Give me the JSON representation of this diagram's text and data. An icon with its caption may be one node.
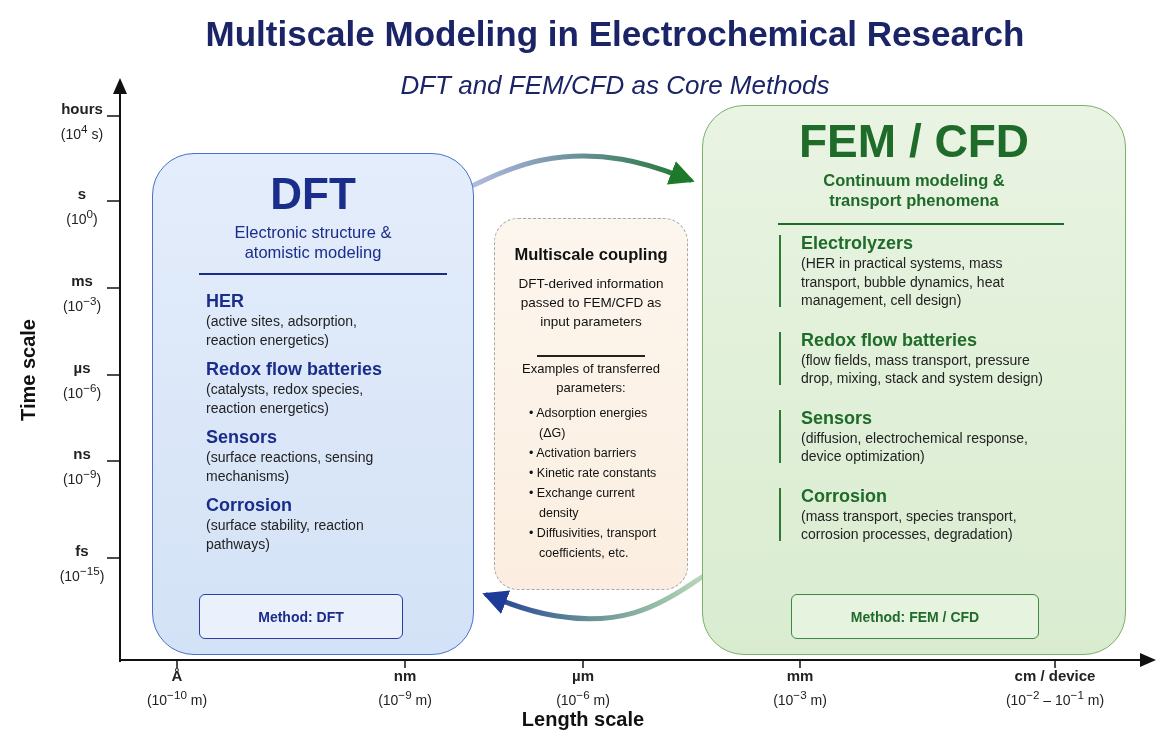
{
  "diagram": {
    "title": "Multiscale Modeling in Electrochemical Research",
    "nodes": [
      {
        "text": [
          "DFT",
          "Electronic structure & atomistic modeling",
          "HER",
          "(active sites, adsorption, reaction energetics)",
          "Redox flow batteries",
          "(catalysts, redox species, reaction energetics)",
          "Sensors",
          "(surface reactions, sensing mechanisms)",
          "Corrosion",
          "(surface stability, reaction pathways)"
        ]
      },
      {
        "text": [
          "Method: DFT"
        ],
        "in": 0
      },
      {
        "text": [
          "Multiscale coupling",
          "DFT-derived information passed to FEM/CFD as input parameters",
          "Examples of transferred parameters:",
          "• Adsorption energies (ΔG)",
          "• Activation barriers",
          "• Kinetic rate constants",
          "• Exchange current density",
          "• Diffusivities, transport coefficients, etc."
        ]
      },
      {
        "text": [
          "FEM / CFD",
          "Continuum modeling & transport phenomena",
          "Electrolyzers",
          "(HER in practical systems, mass transport, bubble dynamics, heat management, cell design)",
          "Redox flow batteries",
          "(flow fields, mass transport, pressure drop, mixing, stack and system design)",
          "Sensors",
          "(diffusion, electrochemical response, device optimization)",
          "Corrosion",
          "(mass transport, species transport, corrosion processes, degradation)"
        ]
      },
      {
        "text": [
          "Method: FEM / CFD"
        ],
        "in": 3
      }
    ],
    "edges": [
      {
        "from": 0,
        "to": 3,
        "arrow": "to"
      },
      {
        "from": 3,
        "to": 0,
        "arrow": "to"
      }
    ],
    "labels": [
      "DFT and FEM/CFD as Core Methods",
      "hours",
      "(10$^{4}$ s)",
      "s",
      "(10$^{0}$)",
      "ms",
      "(10$^{−3}$)",
      "µs",
      "(10$^{−6}$)",
      "ns",
      "(10$^{−9}$)",
      "fs",
      "(10$^{−15}$)",
      "Time scale",
      "Å",
      "(10$^{−10}$ m)",
      "nm",
      "(10$^{−9}$ m)",
      "µm",
      "(10$^{−6}$ m)",
      "mm",
      "(10$^{−3}$ m)",
      "cm / device",
      "(10$^{−2}$ – 10$^{−1}$ m)",
      "Length scale"
    ]
  }
}
